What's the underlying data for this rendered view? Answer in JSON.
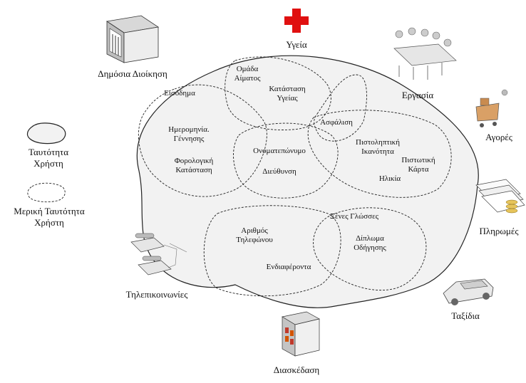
{
  "diagram": {
    "user_identity_legend": "Ταυτότητα Χρήστη",
    "user_identity_legend_line1": "Ταυτότητα",
    "user_identity_legend_line2": "Χρήστη",
    "partial_identity_legend_line1": "Μερική Ταυτότητα",
    "partial_identity_legend_line2": "Χρήστη"
  },
  "domains": {
    "public_admin": "Δημόσια Διοίκηση",
    "health": "Υγεία",
    "work": "Εργασία",
    "shopping": "Αγορές",
    "payments": "Πληρωμές",
    "travel": "Ταξίδια",
    "entertainment": "Διασκέδαση",
    "telecom": "Τηλεπικοινωνίες"
  },
  "attributes": {
    "blood_group_1": "Ομάδα",
    "blood_group_2": "Αίματος",
    "health_status_1": "Κατάσταση",
    "health_status_2": "Υγείας",
    "income": "Εισόδημα",
    "birth_date_1": "Ημερομηνία.",
    "birth_date_2": "Γέννησης",
    "tax_status_1": "Φορολογική",
    "tax_status_2": "Κατάσταση",
    "full_name": "Ονοματεπώνυμο",
    "address": "Διεύθυνση",
    "insurance": "Ασφάλιση",
    "credit_1": "Πιστοληπτική",
    "credit_2": "Ικανότητα",
    "credit_card_1": "Πιστωτική",
    "credit_card_2": "Κάρτα",
    "age": "Ηλικία",
    "languages": "Ξένες Γλώσσες",
    "license_1": "Δίπλωμα",
    "license_2": "Οδήγησης",
    "phone_1": "Αριθμός",
    "phone_2": "Τηλεφώνου",
    "interests": "Ενδιαφέροντα"
  },
  "colors": {
    "outline": "#222222",
    "blob_fill": "#f2f2f2",
    "health_red": "#e01010"
  }
}
